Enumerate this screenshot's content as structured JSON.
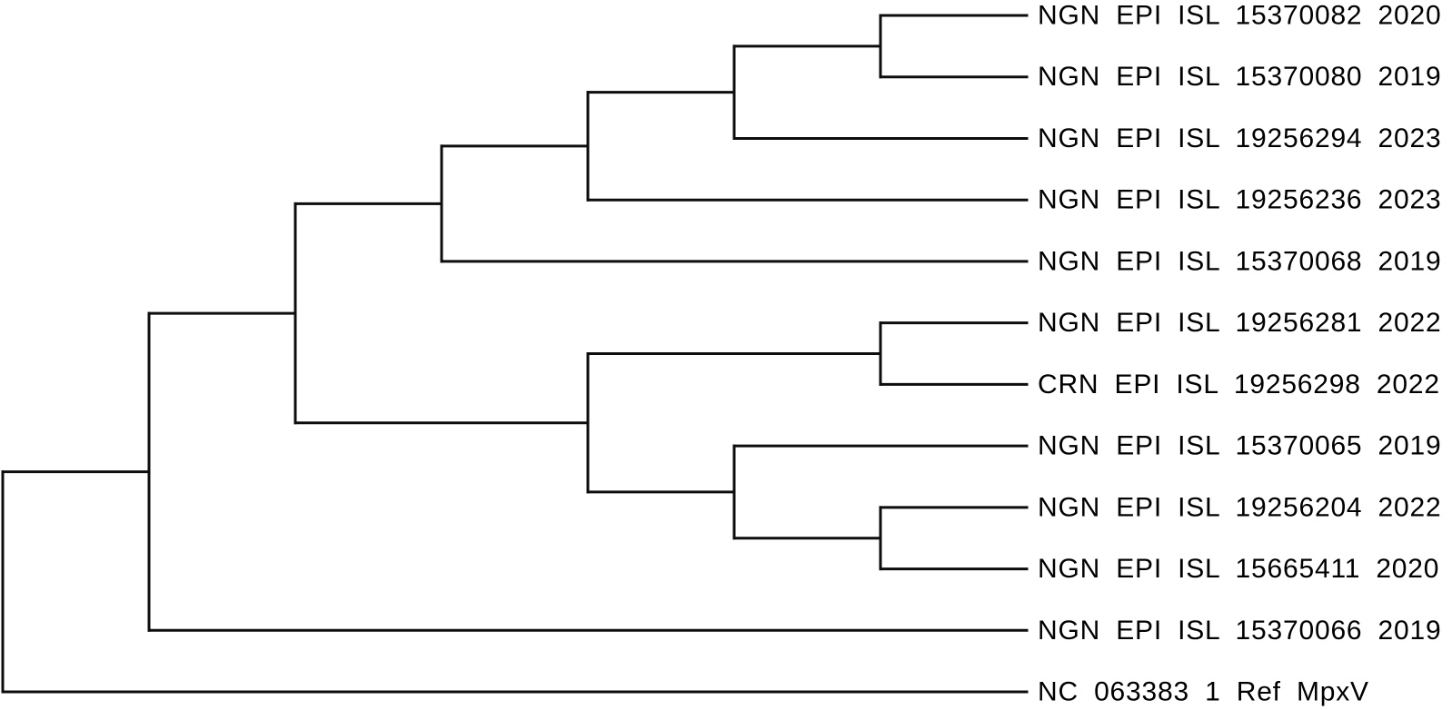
{
  "figure": {
    "type": "phylogenetic-cladogram",
    "title": "",
    "line_color": "#0d0d0d",
    "text_color": "#000000",
    "background_color": "#ffffff",
    "taxa": [
      "NGN EPI ISL 15370082 2020",
      "NGN EPI ISL 15370080 2019",
      "NGN EPI ISL 19256294 2023",
      "NGN EPI ISL 19256236 2023",
      "NGN EPI ISL 15370068 2019",
      "NGN EPI ISL 19256281 2022",
      "CRN EPI ISL 19256298 2022",
      "NGN EPI ISL 15370065 2019",
      "NGN EPI ISL 19256204 2022",
      "NGN EPI ISL 15665411 2020",
      "NGN EPI ISL 15370066 2019",
      "NC 063383 1 Ref MpxV"
    ],
    "tree": {
      "children": [
        {
          "children": [
            {
              "children": [
                {
                  "children": [
                    {
                      "children": [
                        {
                          "children": [
                            {
                              "children": [
                                {
                                  "taxon": 0
                                },
                                {
                                  "taxon": 1
                                }
                              ]
                            },
                            {
                              "taxon": 2
                            }
                          ]
                        },
                        {
                          "taxon": 3
                        }
                      ]
                    },
                    {
                      "taxon": 4
                    }
                  ]
                },
                {
                  "children": [
                    {
                      "children": [
                        {
                          "taxon": 5
                        },
                        {
                          "taxon": 6
                        }
                      ]
                    },
                    {
                      "children": [
                        {
                          "taxon": 7
                        },
                        {
                          "children": [
                            {
                              "taxon": 8
                            },
                            {
                              "taxon": 9
                            }
                          ]
                        }
                      ]
                    }
                  ]
                }
              ]
            },
            {
              "taxon": 10
            }
          ]
        },
        {
          "taxon": 11
        }
      ]
    }
  }
}
